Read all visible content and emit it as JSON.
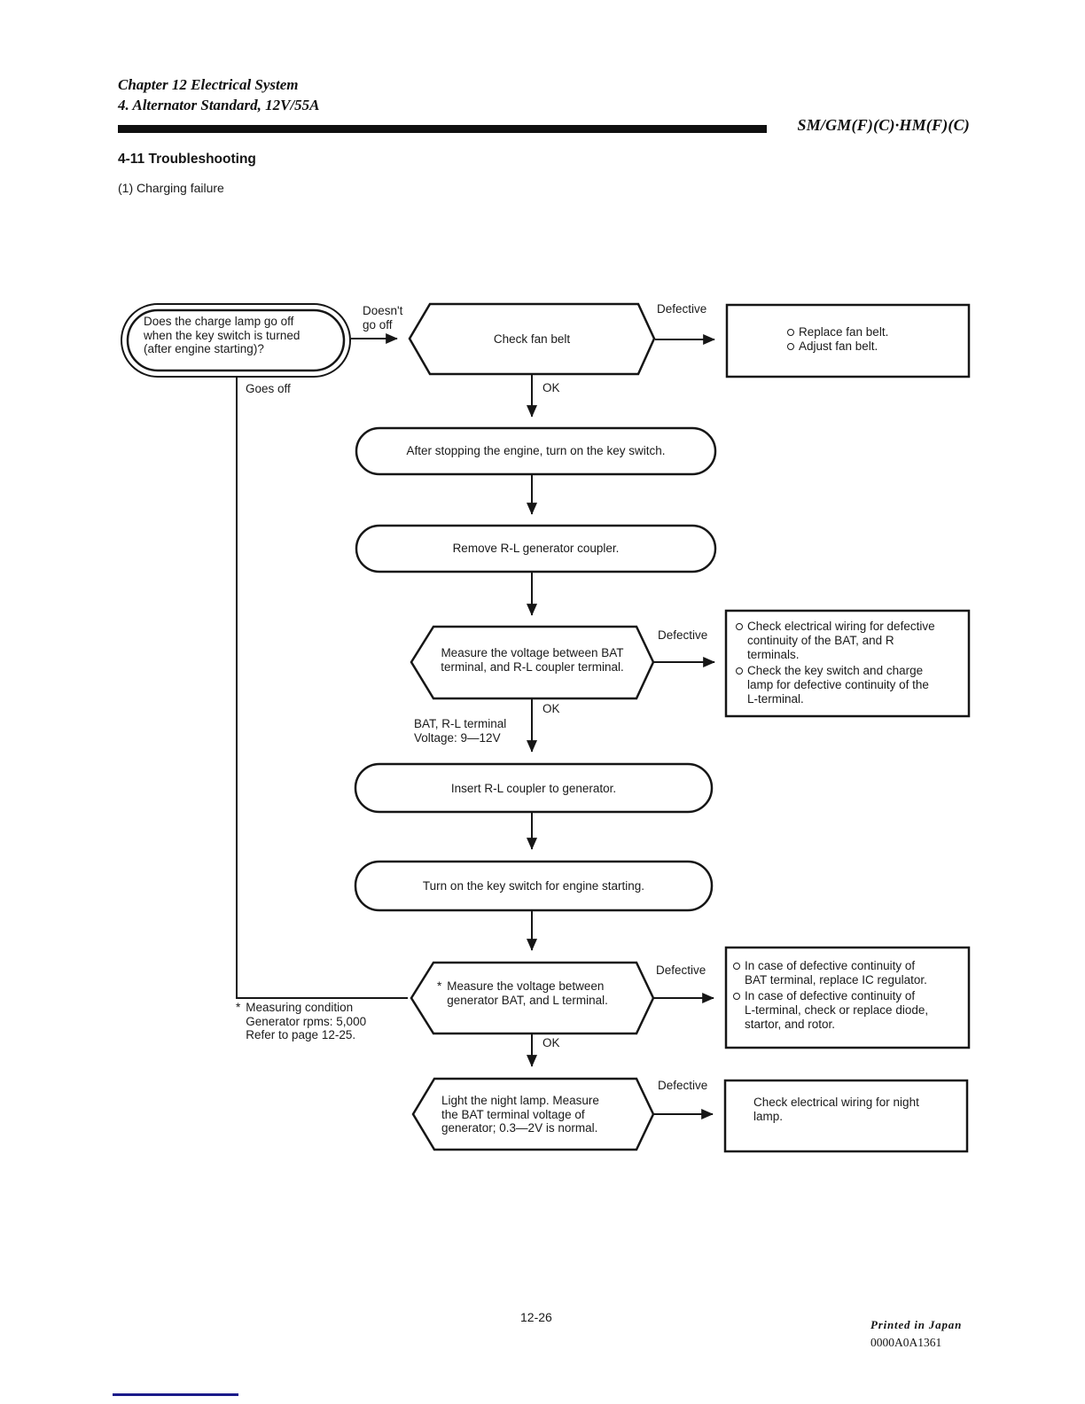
{
  "header": {
    "chapter_line1": "Chapter 12 Electrical System",
    "chapter_line2": "4. Alternator Standard, 12V/55A",
    "model_code": "SM/GM(F)(C)·HM(F)(C)",
    "section_title": "4-11 Troubleshooting",
    "subsection_title": "(1) Charging failure"
  },
  "flowchart": {
    "start": {
      "text": "Does the charge lamp go off\nwhen the key switch is turned\n(after engine starting)?"
    },
    "labels": {
      "doesnt_go_off": "Doesn't\ngo off",
      "goes_off": "Goes off",
      "defective_fan_belt": "Defective",
      "defective_bat_rl": "Defective",
      "defective_gen_bat_l": "Defective",
      "defective_night_lamp": "Defective",
      "ok_fan_belt": "OK",
      "ok_bat_rl": "OK",
      "ok_gen_bat_l": "OK"
    },
    "decisions": {
      "check_fan_belt": {
        "text": "Check fan belt"
      },
      "measure_bat_rl": {
        "text": "Measure the voltage between BAT\nterminal, and R-L coupler terminal."
      },
      "measure_gen_bat_l": {
        "marker": "*",
        "text": "Measure the voltage between\ngenerator BAT, and L terminal."
      },
      "night_lamp": {
        "text": "Light the night lamp. Measure\nthe BAT terminal voltage of\ngenerator; 0.3—2V is normal."
      }
    },
    "processes": {
      "key_switch_on": {
        "text": "After stopping the engine, turn on the key switch."
      },
      "remove_coupler": {
        "text": "Remove R-L generator coupler."
      },
      "insert_coupler": {
        "text": "Insert R-L coupler to generator."
      },
      "engine_start": {
        "text": "Turn on the key switch for engine starting."
      }
    },
    "actions": {
      "fan_belt": {
        "items": [
          {
            "text": "Replace fan belt."
          },
          {
            "text": "Adjust fan belt."
          }
        ]
      },
      "bat_r_wiring": {
        "items": [
          {
            "text": "Check electrical wiring for defective\ncontinuity of the BAT, and R\nterminals."
          },
          {
            "text": "Check the key switch and charge\nlamp for defective continuity of the\nL-terminal."
          }
        ]
      },
      "ic_regulator": {
        "items": [
          {
            "text": "In case of defective continuity of\nBAT terminal, replace IC regulator."
          },
          {
            "text": "In case of defective continuity of\nL-terminal, check or replace diode,\nstartor, and rotor."
          }
        ]
      },
      "night_lamp_wiring": {
        "text": "Check electrical wiring for night\nlamp."
      }
    },
    "annotations": {
      "bat_rl_voltage": {
        "text": "BAT, R-L terminal\nVoltage: 9—12V"
      },
      "measuring_condition": {
        "marker": "*",
        "text": "Measuring condition\nGenerator rpms: 5,000\nRefer to page 12-25."
      }
    }
  },
  "footer": {
    "page_number": "12-26",
    "printed_in": "Printed in Japan",
    "print_code": "0000A0A1361"
  }
}
